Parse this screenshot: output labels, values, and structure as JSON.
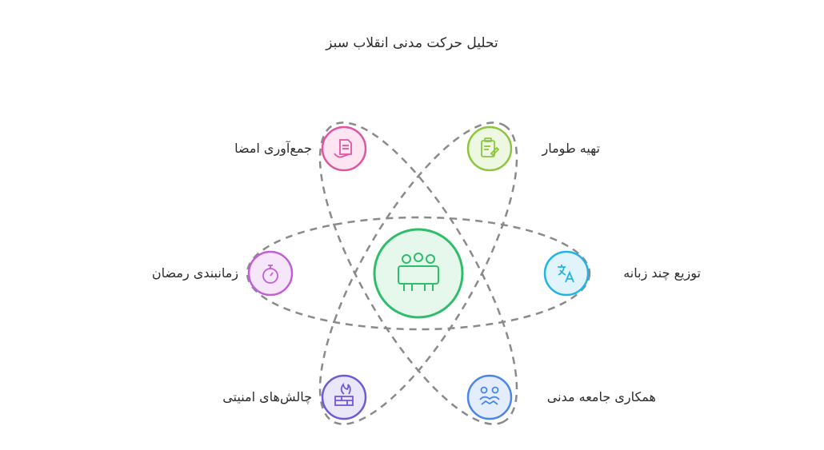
{
  "title": "تحلیل حرکت مدنی انقلاب سبز",
  "nodes": {
    "center": {
      "icon": "meeting-group-icon",
      "color": "#2ebd6b",
      "fill": "#e6f7ec"
    },
    "petition_collection": {
      "label": "جمع‌آوری امضا",
      "icon": "signature-document-icon",
      "color": "#e0559f",
      "fill": "#fde6f1"
    },
    "petition_preparation": {
      "label": "تهیه طومار",
      "icon": "clipboard-edit-icon",
      "color": "#8cc63e",
      "fill": "#eef7e1"
    },
    "ramadan_timing": {
      "label": "زمانبندی رمضان",
      "icon": "stopwatch-icon",
      "color": "#c05fd6",
      "fill": "#f5e6fa"
    },
    "multilingual_distribution": {
      "label": "توزیع چند زبانه",
      "icon": "translate-icon",
      "color": "#22b3e6",
      "fill": "#e1f4fc"
    },
    "security_challenges": {
      "label": "چالش‌های امنیتی",
      "icon": "firewall-icon",
      "color": "#7159d6",
      "fill": "#ebe7fb"
    },
    "civil_society": {
      "label": "همکاری جامعه مدنی",
      "icon": "collaboration-icon",
      "color": "#4a86e8",
      "fill": "#e4edfc"
    }
  },
  "colors": {
    "dash": "#8a8a8a",
    "text": "#2b2b2b"
  }
}
